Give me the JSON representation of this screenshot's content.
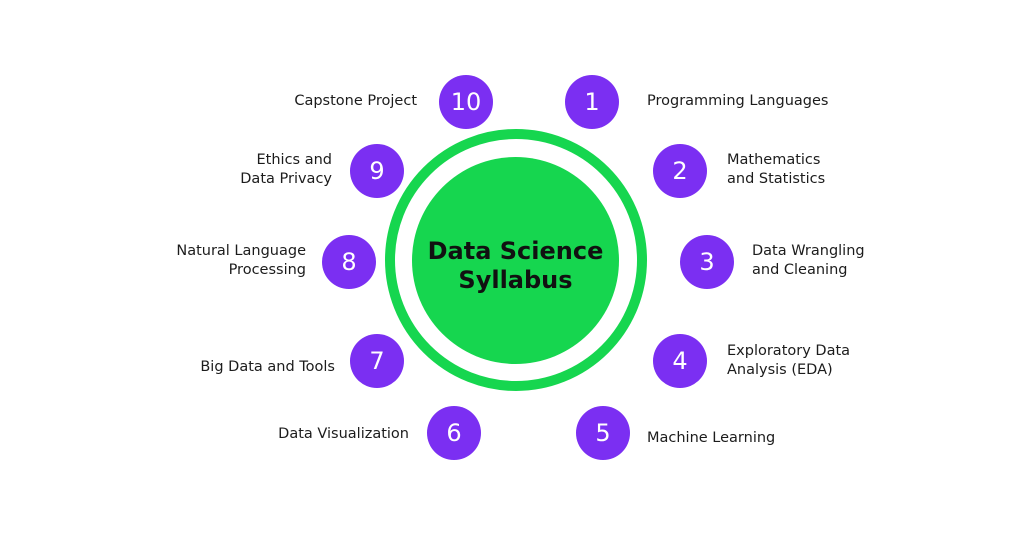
{
  "title": "Data Science\nSyllabus",
  "colors": {
    "ring": "#16d64f",
    "center_fill": "#16d64f",
    "number_badge": "#7b2ff2",
    "number_text": "#ffffff",
    "label_text": "#1c1c1c",
    "background": "#ffffff"
  },
  "topics": [
    {
      "number": "1",
      "label": "Programming Languages"
    },
    {
      "number": "2",
      "label": "Mathematics\nand Statistics"
    },
    {
      "number": "3",
      "label": "Data Wrangling\nand Cleaning"
    },
    {
      "number": "4",
      "label": "Exploratory Data\nAnalysis (EDA)"
    },
    {
      "number": "5",
      "label": "Machine Learning"
    },
    {
      "number": "6",
      "label": "Data Visualization"
    },
    {
      "number": "7",
      "label": "Big Data and Tools"
    },
    {
      "number": "8",
      "label": "Natural Language\nProcessing"
    },
    {
      "number": "9",
      "label": "Ethics and\nData Privacy"
    },
    {
      "number": "10",
      "label": "Capstone Project"
    }
  ]
}
